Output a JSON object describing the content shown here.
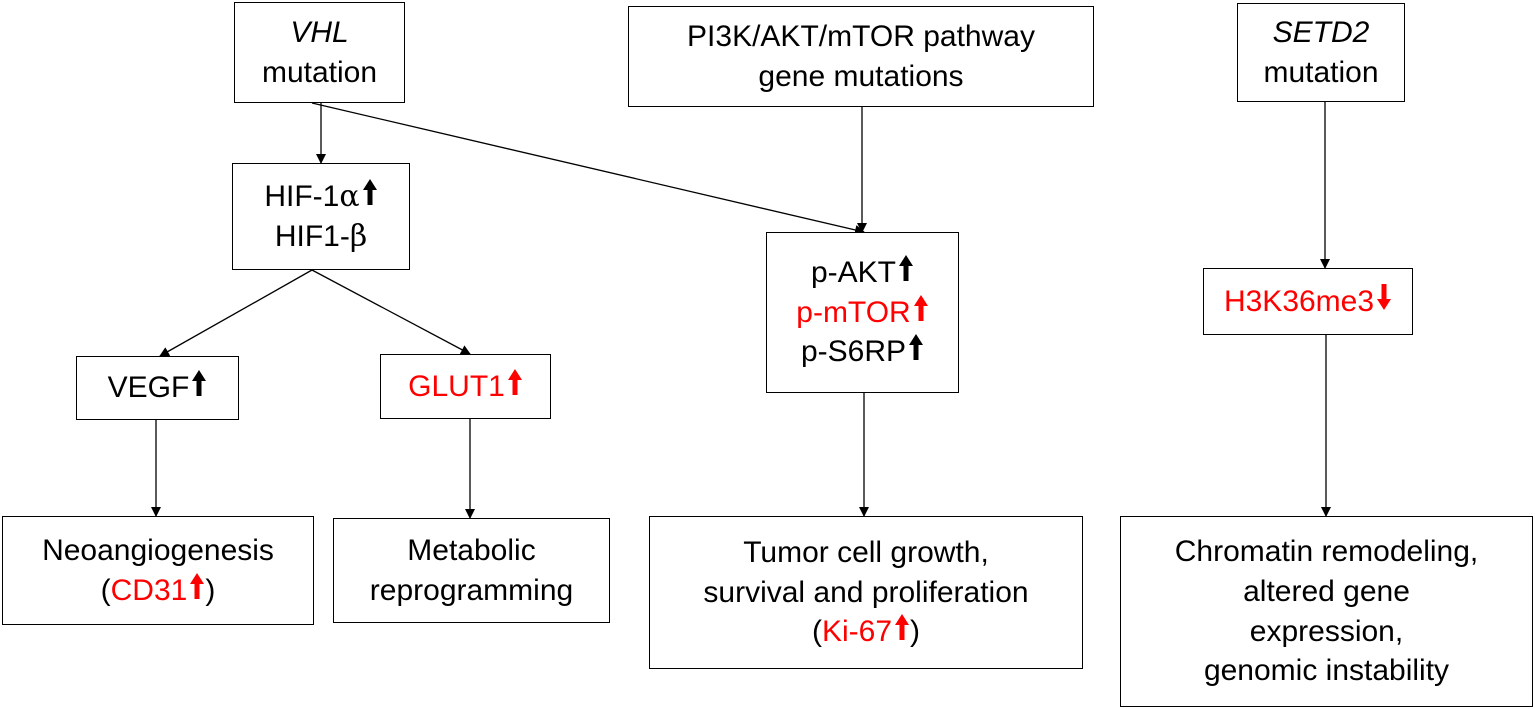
{
  "colors": {
    "text": "#000000",
    "highlight": "#ff0000",
    "border": "#000000",
    "background": "#ffffff"
  },
  "nodes": {
    "vhl": {
      "gene": "VHL",
      "text": "mutation"
    },
    "pi3k": {
      "line1": "PI3K/AKT/mTOR pathway",
      "line2": "gene mutations"
    },
    "setd2": {
      "gene": "SETD2",
      "text": "mutation"
    },
    "hif": {
      "l1_prefix": "HIF-1",
      "l1_symbol": "α",
      "l2_prefix": "HIF1-",
      "l2_symbol": "β",
      "l1_arrow": "up"
    },
    "akt": {
      "items": [
        {
          "label": "p-AKT",
          "arrow": "up",
          "color": "black"
        },
        {
          "label": "p-mTOR",
          "arrow": "up",
          "color": "red"
        },
        {
          "label": "p-S6RP",
          "arrow": "up",
          "color": "black"
        }
      ]
    },
    "h3k": {
      "label": "H3K36me3",
      "arrow": "down",
      "color": "red"
    },
    "vegf": {
      "label": "VEGF",
      "arrow": "up",
      "color": "black"
    },
    "glut": {
      "label": "GLUT1",
      "arrow": "up",
      "color": "red"
    },
    "neo": {
      "line1": "Neoangiogenesis",
      "paren_open": "(",
      "marker": "CD31",
      "paren_close": ")",
      "arrow": "up"
    },
    "meta": {
      "line1": "Metabolic",
      "line2": "reprogramming"
    },
    "tumor": {
      "line1": "Tumor cell growth,",
      "line2": "survival and proliferation",
      "paren_open": "(",
      "marker": "Ki-67",
      "paren_close": ")",
      "arrow": "up"
    },
    "chrom": {
      "lines": [
        "Chromatin remodeling,",
        "altered gene",
        "expression,",
        "genomic instability"
      ]
    }
  },
  "edges": [
    {
      "from": "vhl",
      "to": "hif"
    },
    {
      "from": "vhl",
      "to": "akt"
    },
    {
      "from": "pi3k",
      "to": "akt"
    },
    {
      "from": "setd2",
      "to": "h3k"
    },
    {
      "from": "hif",
      "to": "vegf"
    },
    {
      "from": "hif",
      "to": "glut"
    },
    {
      "from": "vegf",
      "to": "neo"
    },
    {
      "from": "glut",
      "to": "meta"
    },
    {
      "from": "akt",
      "to": "tumor"
    },
    {
      "from": "h3k",
      "to": "chrom"
    }
  ]
}
